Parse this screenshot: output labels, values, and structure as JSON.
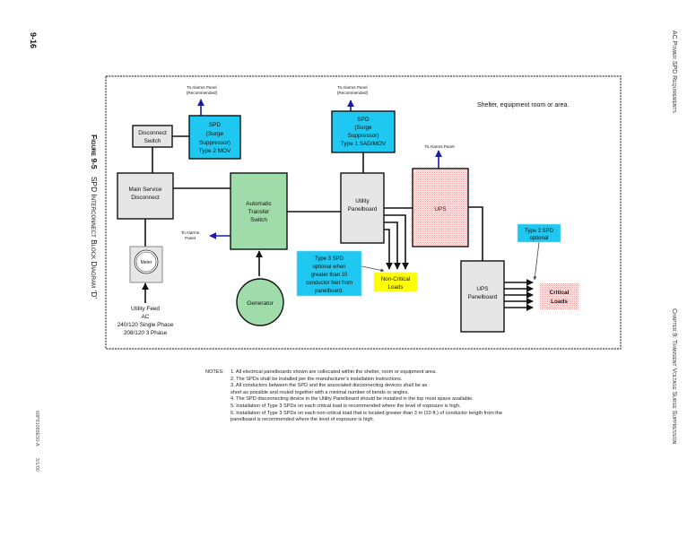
{
  "page": {
    "page_number": "9-16",
    "doc_id": "68P81089E50-A",
    "doc_date": "3/1/00",
    "header_right": "AC Power SPD Requirements",
    "footer_right": "Chapter 9: Transient Voltage Surge Suppression",
    "figure_caption_label": "Figure 9-5",
    "figure_caption_title": "SPD Interconnect Block Diagram ‘D’"
  },
  "diagram": {
    "area_label": "Shelter, equipment room or area.",
    "nodes": {
      "disconnect_switch": [
        "Disconnect",
        "Switch"
      ],
      "spd_type2": [
        "SPD",
        "(Surge",
        "Suppressor)",
        "Type 2 MOV"
      ],
      "main_service_disconnect": [
        "Main Service",
        "Disconnect"
      ],
      "ats": [
        "Automatic",
        "Transfer",
        "Switch"
      ],
      "meter": "Meter",
      "utility_feed": [
        "Utility Feed",
        "AC",
        "240/120 Single Phase",
        "208/120  3 Phase"
      ],
      "generator": "Generator",
      "spd_type1": [
        "SPD",
        "(Surge",
        "Suppressor)",
        "Type 1 SAD/MOV"
      ],
      "utility_panelboard": [
        "Utility",
        "Panelboard"
      ],
      "ups": "UPS",
      "ups_panelboard": [
        "UPS",
        "Panelboard"
      ],
      "non_critical_loads": [
        "Non-Critical",
        "Loads"
      ],
      "critical_loads": [
        "Critical",
        "Loads"
      ],
      "type3_note_left": [
        "Type 3 SPD",
        "optional when",
        "greater than 10",
        "conductor feet from",
        "panelboard."
      ],
      "type3_note_right": [
        "Type 3 SPD",
        "optional"
      ]
    },
    "alarm_labels": {
      "spd_type2": [
        "To Alarms Panel",
        "(Recommended)"
      ],
      "spd_type1": [
        "To Alarms Panel",
        "(Recommended)"
      ],
      "ups": [
        "To Alarms Panel"
      ],
      "ats": [
        "To Alarms",
        "Panel"
      ]
    },
    "colors": {
      "spd_fill": "#1ec8f0",
      "ats_fill": "#a0dcaa",
      "gray_fill": "#e6e6e6",
      "load_yellow": "#ffff00",
      "ups_pink": "#f2c6c6",
      "alarm_arrow": "#1a1aa8",
      "line": "#111111"
    }
  },
  "notes": {
    "header": "NOTES:",
    "items": [
      "1.  All electrical panelboards shown are collocated within the shelter, room or equipment area.",
      "2.  The SPDs shall be installed per the manufacturer’s installation instructions.",
      "3.  All conductors between the SPD and the associated disconnecting devices shall be as",
      "short as possible and routed together with a minimal number of bends or angles.",
      "4.  The SPD disconnecting device in the Utility Panelboard should be installed in the top most space available.",
      "5.  Installation of Type 3 SPDs on each critical load is recommended where the level of exposure is high.",
      "6.  Installation of Type 3 SPDs on each non-critical load that is located greater than 3 m (10 ft.) of conductor length from the",
      "panelboard is recommended where the level of exposure is high."
    ]
  }
}
